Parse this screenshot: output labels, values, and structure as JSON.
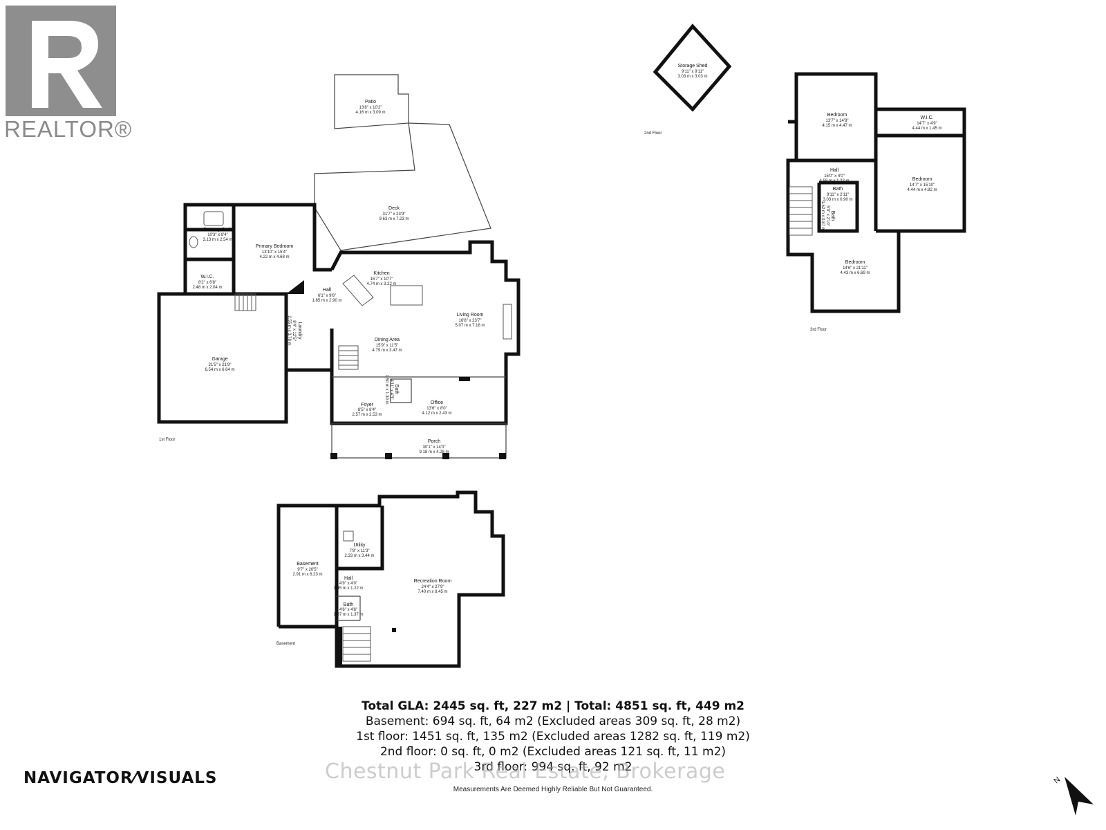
{
  "brand": {
    "realtor_word": "REALTOR®",
    "navigator_left": "NAVIGATOR",
    "navigator_right": "VISUALS",
    "watermark": "Chestnut Park Real Estate, Brokerage"
  },
  "summary": {
    "total": "Total GLA: 2445 sq. ft, 227 m2 | Total: 4851 sq. ft, 449 m2",
    "basement": "Basement: 694 sq. ft, 64 m2 (Excluded areas 309 sq. ft, 28 m2)",
    "first": "1st floor: 1451 sq. ft, 135 m2 (Excluded areas 1282 sq. ft, 119 m2)",
    "second": "2nd floor: 0 sq. ft, 0 m2 (Excluded areas 121 sq. ft, 11 m2)",
    "third": "3rd floor: 994 sq. ft, 92 m2",
    "disclaimer": "Measurements Are Deemed Highly Reliable But Not Guaranteed."
  },
  "compass": {
    "label": "N"
  },
  "floor_labels": {
    "first": "1st Floor",
    "second": "2nd Floor",
    "third": "3rd Floor",
    "basement": "Basement"
  },
  "rooms": {
    "patio": {
      "name": "Patio",
      "imp": "13'8\" x 10'2\"",
      "met": "4.16 m x 3.09 m"
    },
    "deck": {
      "name": "Deck",
      "imp": "31'7\" x 23'9\"",
      "met": "9.63 m x 7.23 m"
    },
    "primary_bath": {
      "name": "Primary Bath",
      "imp": "10'3\" x 8'4\"",
      "met": "3.13 m x 2.54 m"
    },
    "primary_bedroom": {
      "name": "Primary Bedroom",
      "imp": "13'10\" x 15'4\"",
      "met": "4.22 m x 4.68 m"
    },
    "wic": {
      "name": "W.I.C.",
      "imp": "8'2\" x 6'8\"",
      "met": "2.48 m x 2.04 m"
    },
    "hall": {
      "name": "Hall",
      "imp": "6'1\" x 9'6\"",
      "met": "1.85 m x 2.90 m"
    },
    "kitchen": {
      "name": "Kitchen",
      "imp": "15'7\" x 10'7\"",
      "met": "4.74 m x 3.22 m"
    },
    "laundry": {
      "name": "Laundry",
      "imp": "8'4\" x 12'5\"",
      "met": "2.55 m x 3.78 m"
    },
    "living": {
      "name": "Living Room",
      "imp": "16'8\" x 23'7\"",
      "met": "5.07 m x 7.18 m"
    },
    "dining": {
      "name": "Dining Area",
      "imp": "15'9\" x 11'5\"",
      "met": "4.79 m x 3.47 m"
    },
    "garage": {
      "name": "Garage",
      "imp": "21'5\" x 21'9\"",
      "met": "6.54 m x 6.64 m"
    },
    "bath1": {
      "name": "Bath",
      "imp": "4'11\" x 4'3\"",
      "met": "1.50 m x 1.30 m"
    },
    "foyer": {
      "name": "Foyer",
      "imp": "8'5\" x 8'4\"",
      "met": "2.57 m x 2.53 m"
    },
    "office": {
      "name": "Office",
      "imp": "13'6\" x 8'0\"",
      "met": "4.12 m x 2.43 m"
    },
    "porch": {
      "name": "Porch",
      "imp": "30'1\" x 14'0\"",
      "met": "9.18 m x 4.28 m"
    },
    "shed": {
      "name": "Storage Shed",
      "imp": "9'11\" x 9'11\"",
      "met": "3.03 m x 3.03 m"
    },
    "bed_a": {
      "name": "Bedroom",
      "imp": "13'7\" x 14'8\"",
      "met": "4.15 m x 4.47 m"
    },
    "wic2": {
      "name": "W.I.C.",
      "imp": "14'7\" x 4'9\"",
      "met": "4.44 m x 1.45 m"
    },
    "hall3": {
      "name": "Hall",
      "imp": "15'0\" x 4'0\"",
      "met": "4.58 m x 1.22 m"
    },
    "bath3": {
      "name": "Bath",
      "imp": "9'11\" x 2'11\"",
      "met": "3.03 m x 0.90 m"
    },
    "bed_b": {
      "name": "Bedroom",
      "imp": "14'7\" x 15'10\"",
      "met": "4.44 m x 4.82 m"
    },
    "bath3b": {
      "name": "Bath",
      "imp": "5'0\" x 2'10\"",
      "met": "1.52 m x 0.87 m"
    },
    "bed_c": {
      "name": "Bedroom",
      "imp": "14'6\" x 21'11\"",
      "met": "4.43 m x 6.69 m"
    },
    "basement": {
      "name": "Basement",
      "imp": "9'7\" x 20'5\"",
      "met": "2.91 m x 6.23 m"
    },
    "utility": {
      "name": "Utility",
      "imp": "7'8\" x 11'3\"",
      "met": "2.33 m x 3.44 m"
    },
    "rec": {
      "name": "Recreation Room",
      "imp": "24'4\" x 27'9\"",
      "met": "7.40 m x 8.45 m"
    },
    "bhall": {
      "name": "Hall",
      "imp": "4'9\" x 4'0\"",
      "met": "1.45 m x 1.22 m"
    },
    "bbath": {
      "name": "Bath",
      "imp": "4'6\" x 4'6\"",
      "met": "1.37 m x 1.37 m"
    }
  }
}
